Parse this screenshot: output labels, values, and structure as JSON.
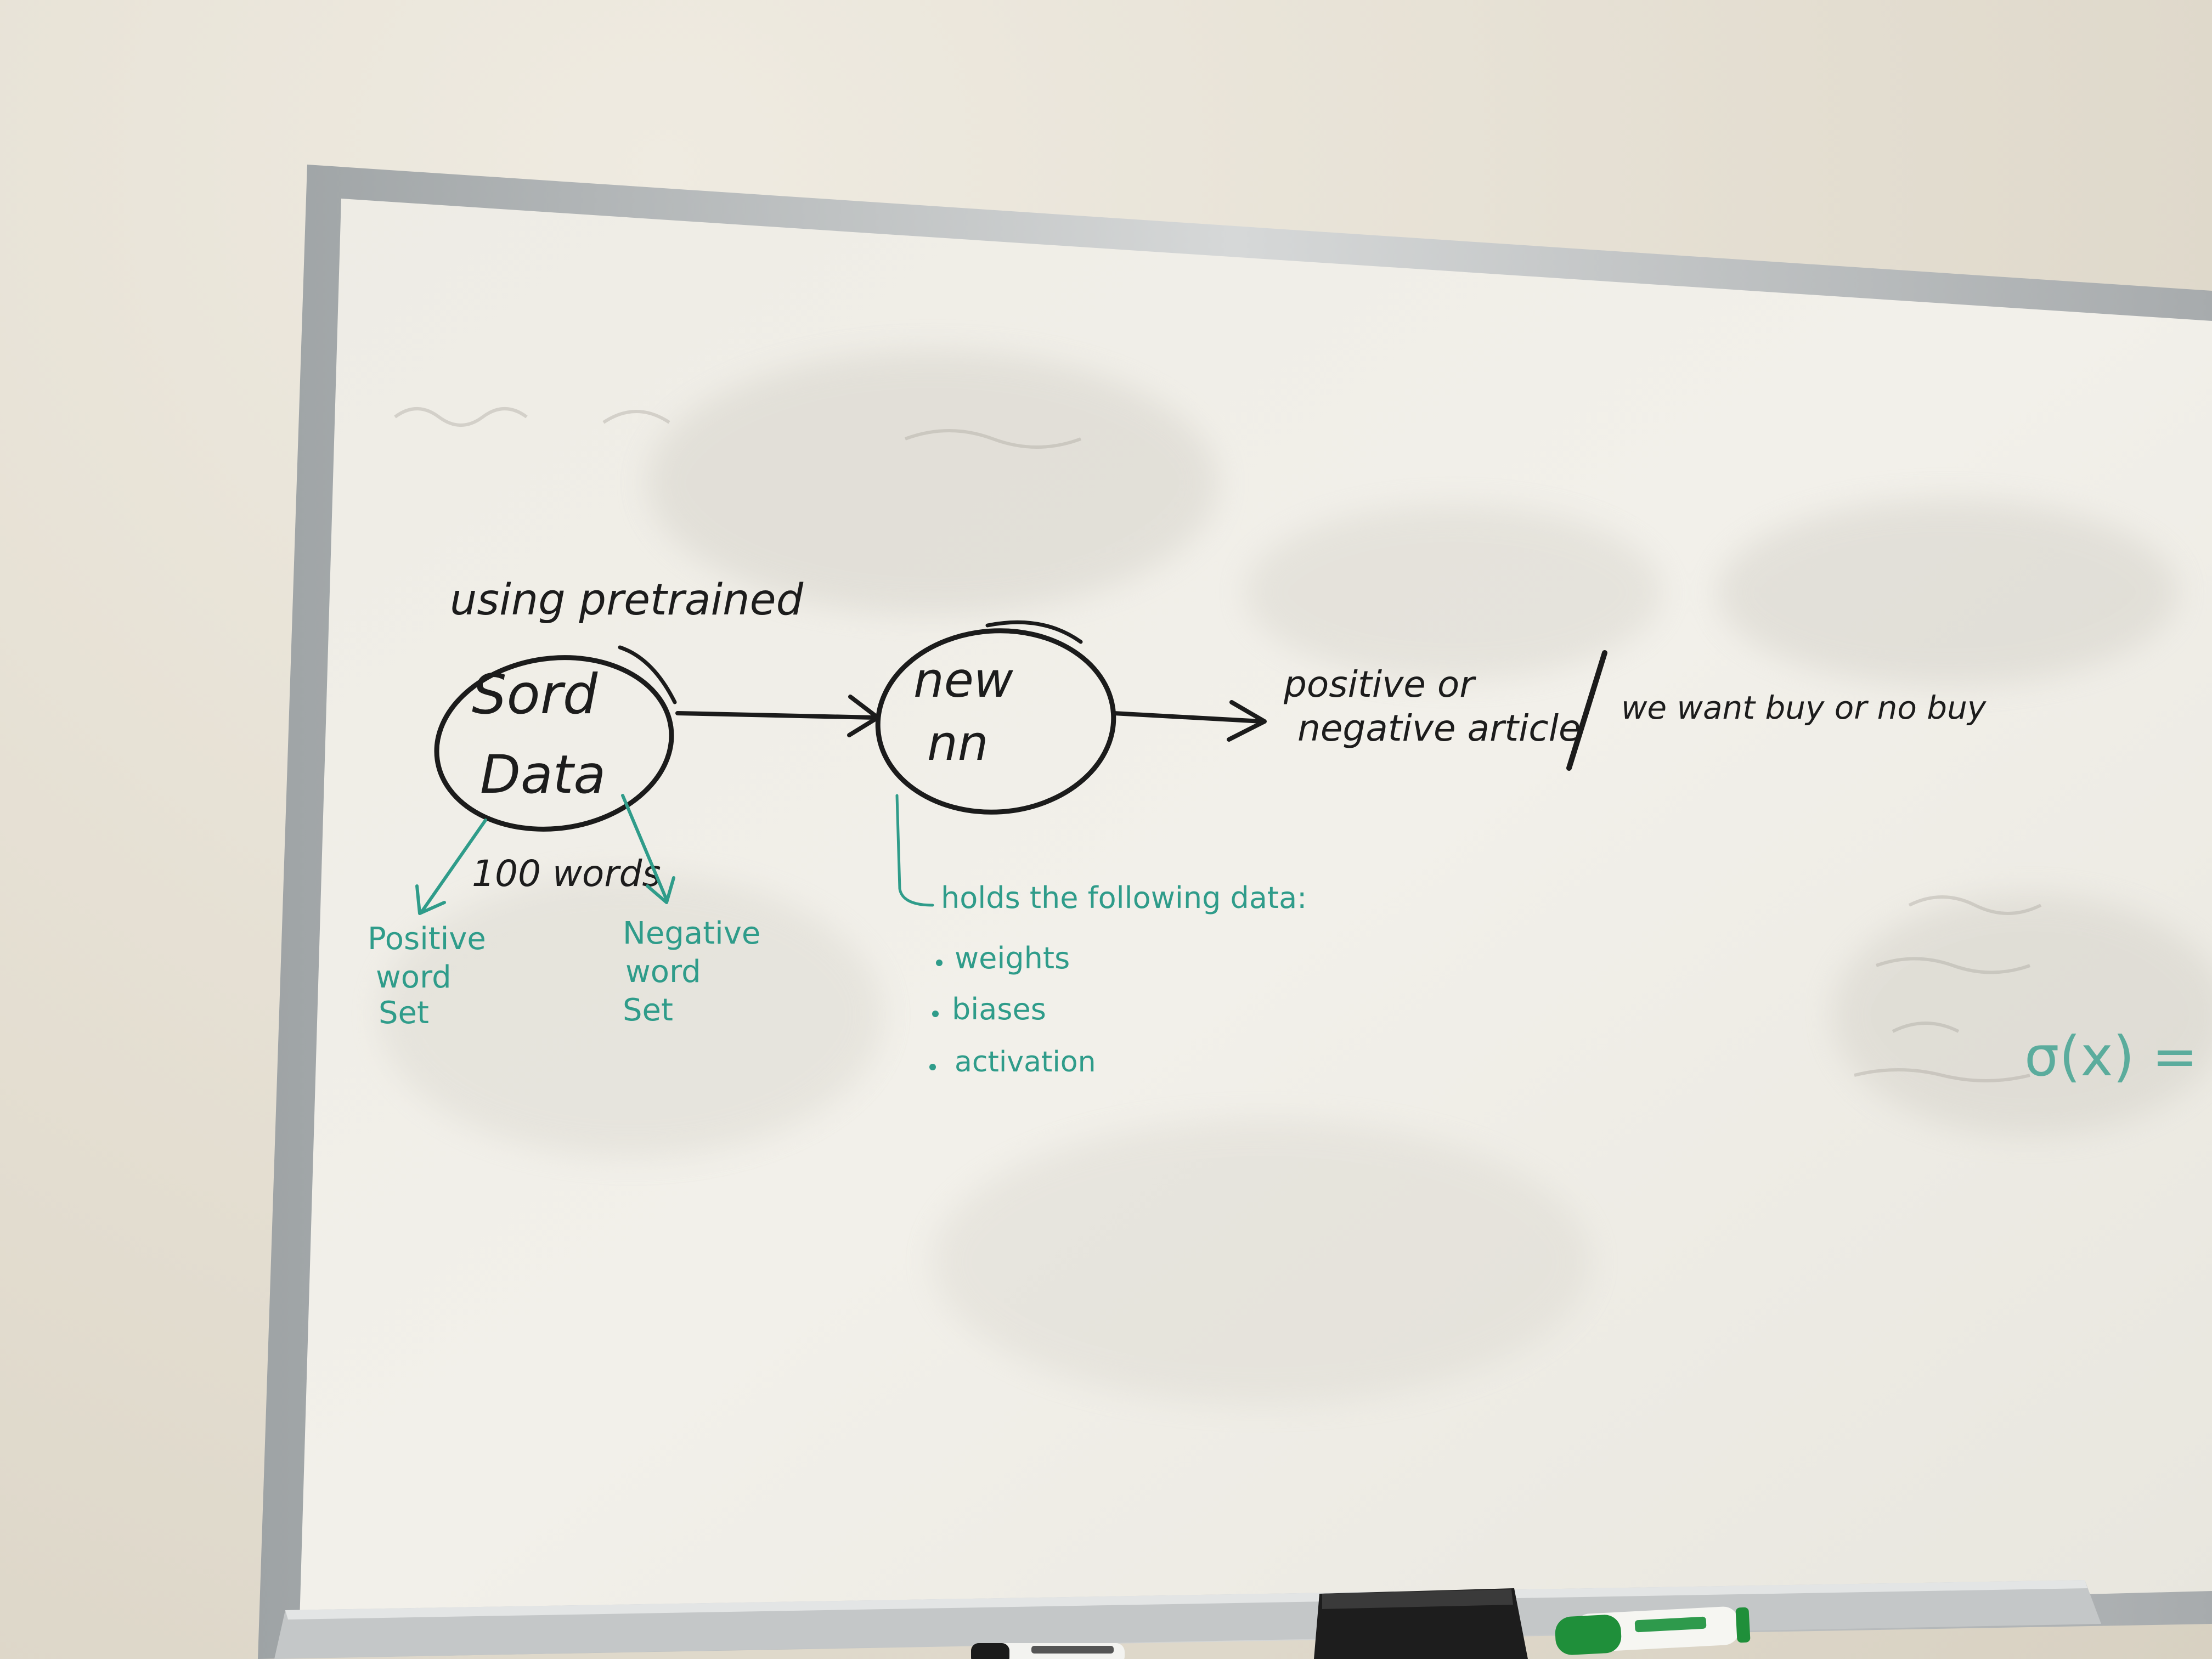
{
  "whiteboard": {
    "header_note": "using pretrained",
    "node_input": {
      "line1": "Sord",
      "line2": "Data"
    },
    "node_input_caption": "100 words",
    "node_model": {
      "line1": "new",
      "line2": "nn"
    },
    "output_text": {
      "line1": "positive or",
      "line2": "negative article"
    },
    "output_extra": "we want buy or no buy",
    "positive_set": {
      "line1": "Positive",
      "line2": "word",
      "line3": "Set"
    },
    "negative_set": {
      "line1": "Negative",
      "line2": "word",
      "line3": "Set"
    },
    "model_note": {
      "heading": "holds the following data:",
      "bullets": [
        "weights",
        "biases",
        "activation"
      ]
    },
    "partial_formula": "σ(x) ="
  },
  "colors": {
    "marker_black": "#1b1b1b",
    "marker_teal": "#2f9c8a",
    "marker_green_cap": "#1f8f3a",
    "board_surface": "#f1efe9",
    "frame": "#bfc2c3"
  },
  "tray_items": [
    "eraser",
    "green-marker",
    "black-marker"
  ]
}
